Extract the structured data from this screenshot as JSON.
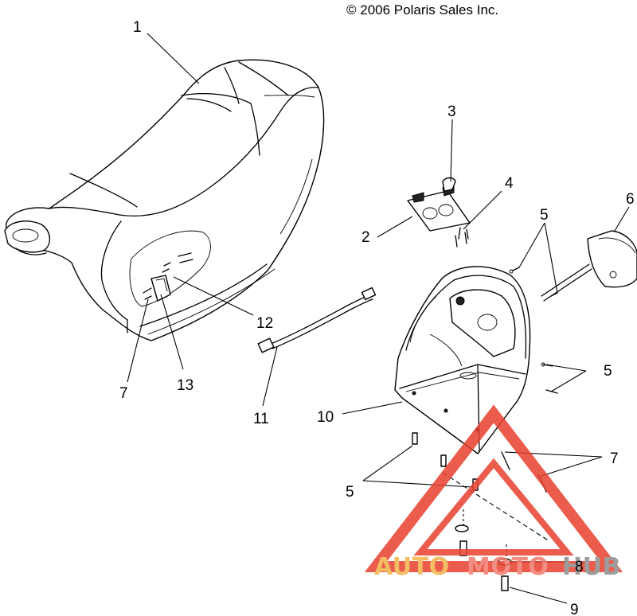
{
  "copyright": "© 2006 Polaris Sales Inc.",
  "callouts": {
    "c1": "1",
    "c2": "2",
    "c3": "3",
    "c4": "4",
    "c5a": "5",
    "c5b": "5",
    "c5c": "5",
    "c6": "6",
    "c7a": "7",
    "c7b": "7",
    "c8": "8",
    "c9": "9",
    "c10": "10",
    "c11": "11",
    "c12": "12",
    "c13": "13"
  },
  "watermark": {
    "part1": "AUTO",
    "part2": "MOTO",
    "part3": "HUB",
    "colors": {
      "auto": "#f2b24a",
      "moto": "#f07a6e",
      "hub": "#8c8c8c",
      "triangle": "#e8402f"
    }
  }
}
